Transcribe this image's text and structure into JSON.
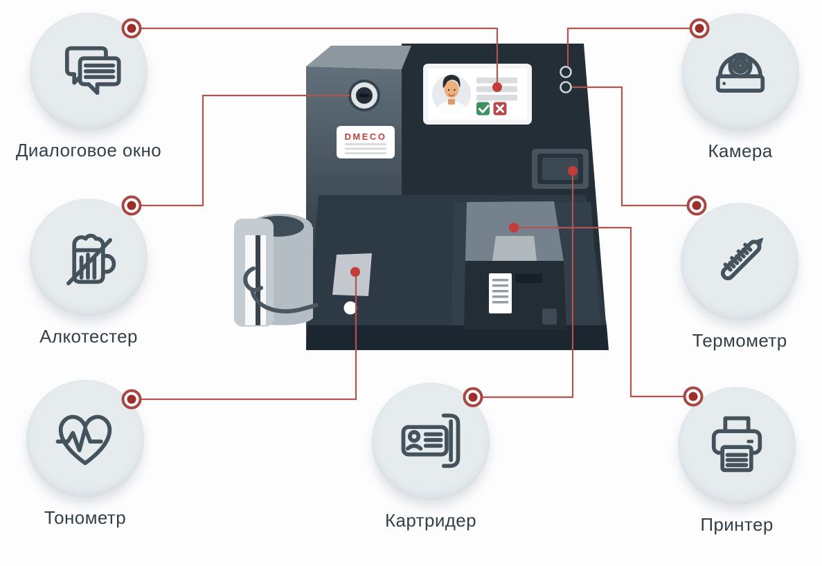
{
  "page": {
    "background": "#fdfdfe"
  },
  "diagram": {
    "items": [
      {
        "id": "dialog-window",
        "label": "Диалоговое окно",
        "icon": "chat-bubbles-icon",
        "position": "top-left"
      },
      {
        "id": "camera",
        "label": "Камера",
        "icon": "dome-camera-icon",
        "position": "top-right"
      },
      {
        "id": "breathalyzer",
        "label": "Алкотестер",
        "icon": "no-alcohol-mug-icon",
        "position": "middle-left"
      },
      {
        "id": "thermometer",
        "label": "Термометр",
        "icon": "thermometer-icon",
        "position": "middle-right"
      },
      {
        "id": "tonometer",
        "label": "Тонометр",
        "icon": "heart-pulse-icon",
        "position": "bottom-left"
      },
      {
        "id": "card-reader",
        "label": "Картридер",
        "icon": "id-card-reader-icon",
        "position": "bottom-center"
      },
      {
        "id": "printer",
        "label": "Принтер",
        "icon": "printer-icon",
        "position": "bottom-right"
      }
    ],
    "machine": {
      "brand": "DMECO"
    },
    "colors": {
      "badge_bg": "#e6ebee",
      "icon_stroke": "#44525c",
      "connector_line": "#b2534f",
      "connector_dot": "#9c2f2b",
      "machine_dot": "#c23d38",
      "machine_panel": "#232e37",
      "machine_deck": "#2d3944",
      "label_text": "#333f49",
      "brand_red": "#bf403d",
      "confirm_green": "#3f9160",
      "cancel_red": "#b8484a"
    }
  }
}
